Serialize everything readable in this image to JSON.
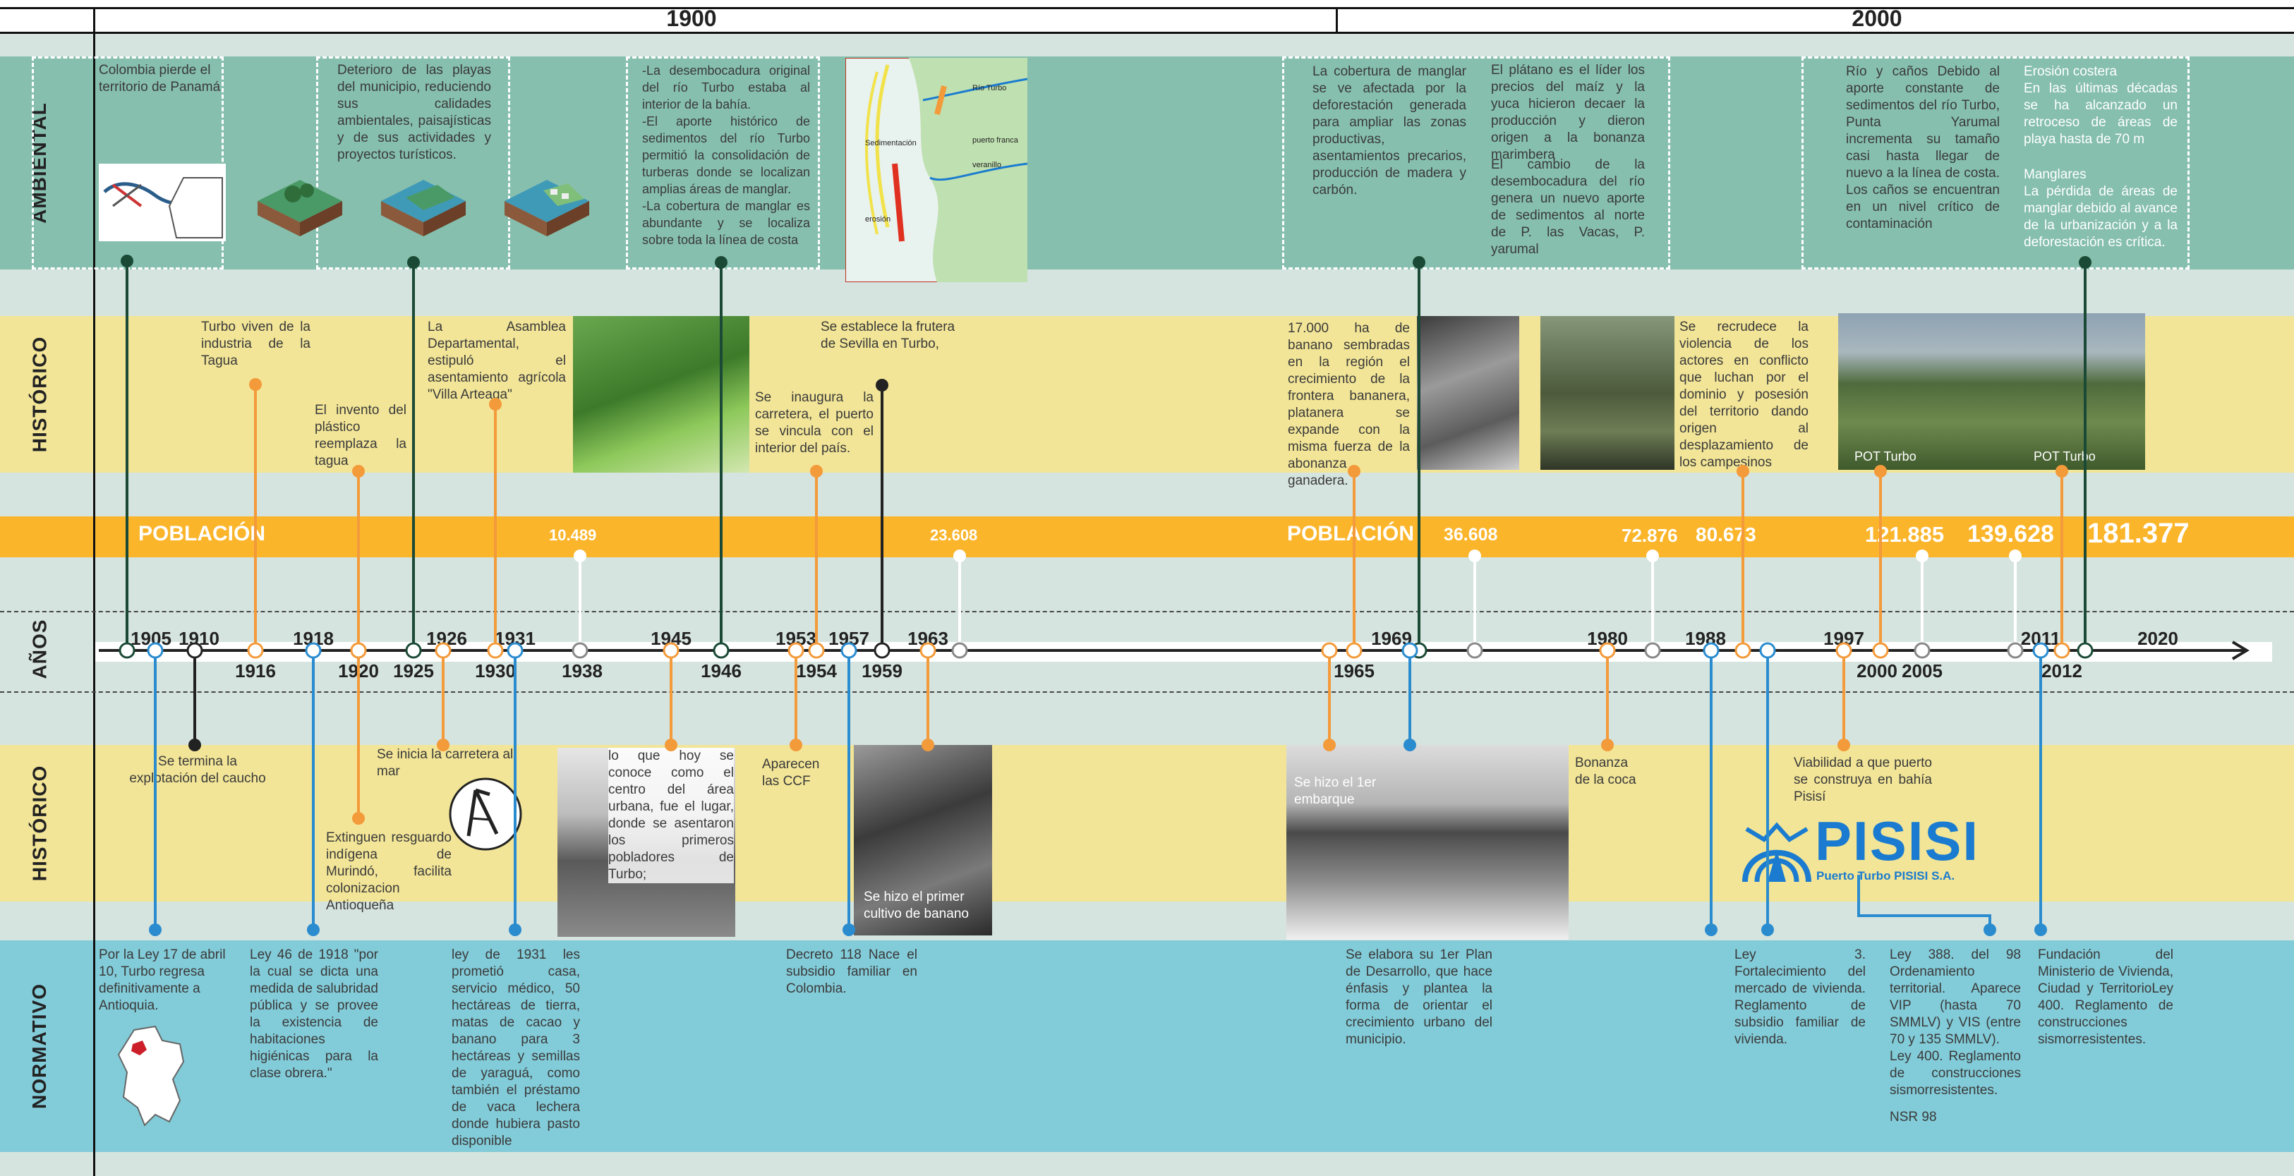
{
  "header": {
    "left_century": "1900",
    "right_century": "2000"
  },
  "row_labels": {
    "ambiental": "AMBIENTAL",
    "historico_top": "HISTÓRICO",
    "anos": "AÑOS",
    "historico_bottom": "HISTÓRICO",
    "normativo": "NORMATIVO"
  },
  "colors": {
    "ambiental": "#86bfad",
    "historico": "#f2e597",
    "poblacion": "#fbb52b",
    "normativo": "#82cbd8",
    "background": "#d6e4df",
    "orange_marker": "#f39a3a",
    "blue_marker": "#2a8ccf",
    "dark_marker": "#1a4a36"
  },
  "poblacion": {
    "label_left": "POBLACIÓN",
    "label_right": "POBLACIÓN",
    "values": [
      "10.489",
      "23.608",
      "36.608",
      "72.876",
      "80.673",
      "121.885",
      "139.628",
      "181.377"
    ]
  },
  "years_top": [
    "1905",
    "1910",
    "1918",
    "1926",
    "1931",
    "1945",
    "1953",
    "1957",
    "1963",
    "1969",
    "1980",
    "1988",
    "1997",
    "2011",
    "2020"
  ],
  "years_bottom": [
    "1916",
    "1920",
    "1925",
    "1930",
    "1938",
    "1946",
    "1954",
    "1959",
    "1965",
    "2000",
    "2005",
    "2012"
  ],
  "ambiental": {
    "panama": "Colombia pierde el territorio de Panamá",
    "playas": "Deterioro de las playas del municipio, reduciendo sus calidades ambientales, paisajísticas y de sus actividades y proyectos turísticos.",
    "desembocadura": "-La desembocadura original del río Turbo estaba al interior de la bahía.\n-El aporte histórico de sedimentos del río Turbo permitió la consolidación de turberas donde se localizan amplias áreas de manglar.\n-La cobertura de manglar es abundante y se localiza sobre toda la línea de costa",
    "manglar": "La cobertura de manglar se ve afectada por la deforestación generada para ampliar las zonas productivas, asentamientos precarios, producción de madera y carbón.",
    "platano_1": "El plátano es el líder los precios del maíz y la yuca hicieron decaer la producción y dieron origen a la bonanza marimbera",
    "platano_2": "El cambio de la desembocadura del río genera un nuevo aporte de sedimentos al norte de P. las Vacas, P. yarumal",
    "canos": "Río y caños Debido al aporte constante de sedimentos del río Turbo, Punta Yarumal incrementa su tamaño casi hasta llegar de nuevo a la línea de costa. Los caños se encuentran en un nivel crítico de contaminación",
    "erosion_1": "Erosión costera\nEn las últimas décadas se ha alcanzado un retroceso de áreas de playa hasta de 70 m",
    "erosion_2": "Manglares\nLa pérdida de áreas de manglar debido al avance de la urbanización y a la deforestación es crítica.",
    "map_labels": [
      "Río Turbo",
      "Sedimentación",
      "puerto franca",
      "veranillo",
      "erosión"
    ]
  },
  "historico_top": {
    "tagua": "Turbo viven de la industria de la Tagua",
    "plastico": "El invento del plástico reemplaza la tagua",
    "asamblea": "La Asamblea Departamental, estipuló el asentamiento agrícola \"Villa Arteaga\"",
    "frutera": "Se establece la frutera de Sevilla en Turbo,",
    "carretera": "Se inaugura la carretera, el puerto se vincula con el interior del país.",
    "banano": "17.000 ha de banano sembradas en la región el crecimiento de la frontera bananera, platanera se expande con la misma fuerza de la abonanza ganadera.",
    "violencia": "Se recrudece la violencia de los actores en conflicto que luchan por el dominio y posesión del territorio dando origen al desplazamiento de los campesinos",
    "pot_1": "POT Turbo",
    "pot_2": "POT Turbo"
  },
  "historico_bottom": {
    "caucho": "Se termina la explotación del caucho",
    "carretera_mar": "Se inicia la carretera al mar",
    "murindo": "Extinguen resguardo indígena de Murindó, facilita colonizacion Antioqueña",
    "centro": "lo que hoy se conoce como el centro del área urbana, fue el lugar, donde se asentaron los primeros pobladores de Turbo;",
    "ccf": "Aparecen las CCF",
    "cultivo": "Se hizo el primer cultivo de banano",
    "embarque": "Se hizo el 1er embarque",
    "coca": "Bonanza de la coca",
    "puerto": "Viabilidad a que puerto se construya en bahía Pisisí",
    "pisisi_logo": "PISISI",
    "pisisi_sub": "Puerto Turbo PISISI S.A."
  },
  "normativo": {
    "ley_1910": "Por la Ley 17 de abril 10, Turbo regresa definitivamente a Antioquia.",
    "ley_1918": "Ley 46 de 1918 \"por la cual se dicta una medida de salubridad pública y se provee la existencia de habitaciones higiénicas para la clase obrera.\"",
    "ley_1931": "ley de 1931 les prometió casa, servicio médico, 50 hectáreas de tierra, matas de cacao y banano para 3 hectáreas y semillas de yaraguá, como también el préstamo de vaca lechera donde hubiera pasto disponible",
    "decreto": "Decreto 118 Nace el subsidio familiar en Colombia.",
    "plan": "Se elabora su 1er Plan de Desarrollo, que hace énfasis y plantea la forma de orientar el crecimiento urbano del municipio.",
    "ley_3": "Ley 3. Fortalecimiento del mercado de vivienda. Reglamento de subsidio familiar de vivienda.",
    "ley_388": "Ley 388. del 98 Ordenamiento territorial. Aparece VIP (hasta 70 SMMLV) y VIS (entre 70 y 135 SMMLV).\nLey 400. Reglamento de construcciones sismorresistentes.",
    "nsr": "NSR 98",
    "ministerio": "Fundación del Ministerio de Vivienda, Ciudad y TerritorioLey 400. Reglamento de construcciones sismorresistentes."
  }
}
